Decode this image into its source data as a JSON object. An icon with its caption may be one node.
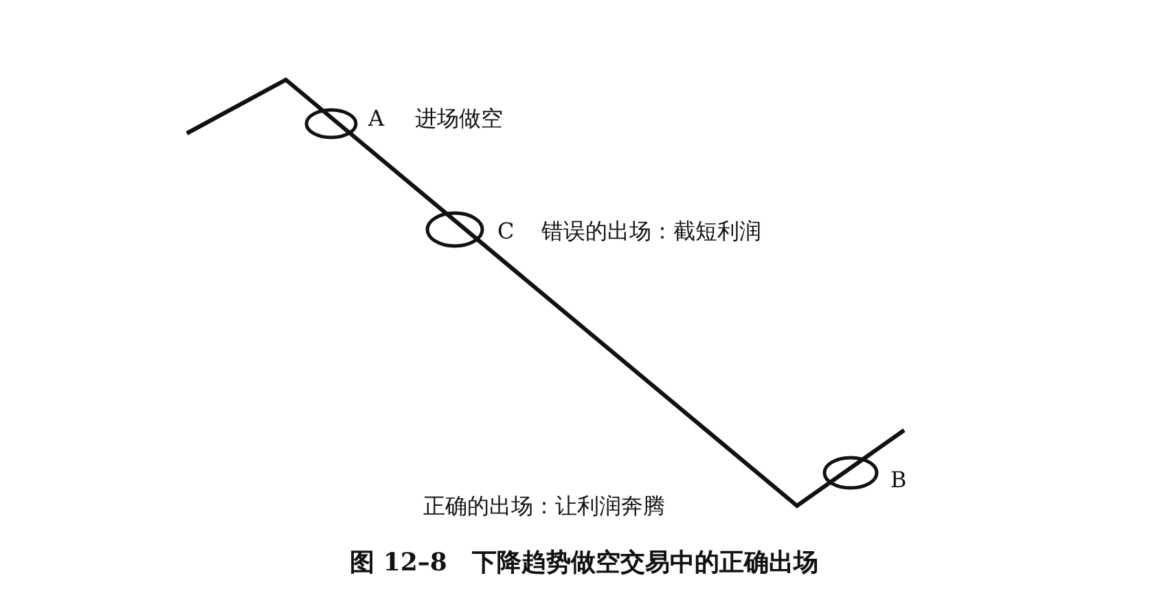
{
  "diagram": {
    "caption": "图 12–8　下降趋势做空交易中的正确出场",
    "nodes": [
      {
        "text": [],
        "shape": "circle",
        "beside": [
          "A",
          "进场做空"
        ]
      },
      {
        "text": [],
        "shape": "circle",
        "beside": [
          "C",
          "错误的出场：截短利润"
        ]
      },
      {
        "text": [],
        "shape": "circle",
        "beside": [
          "B"
        ]
      }
    ],
    "labels": [
      "正确的出场：让利润奔腾"
    ]
  }
}
